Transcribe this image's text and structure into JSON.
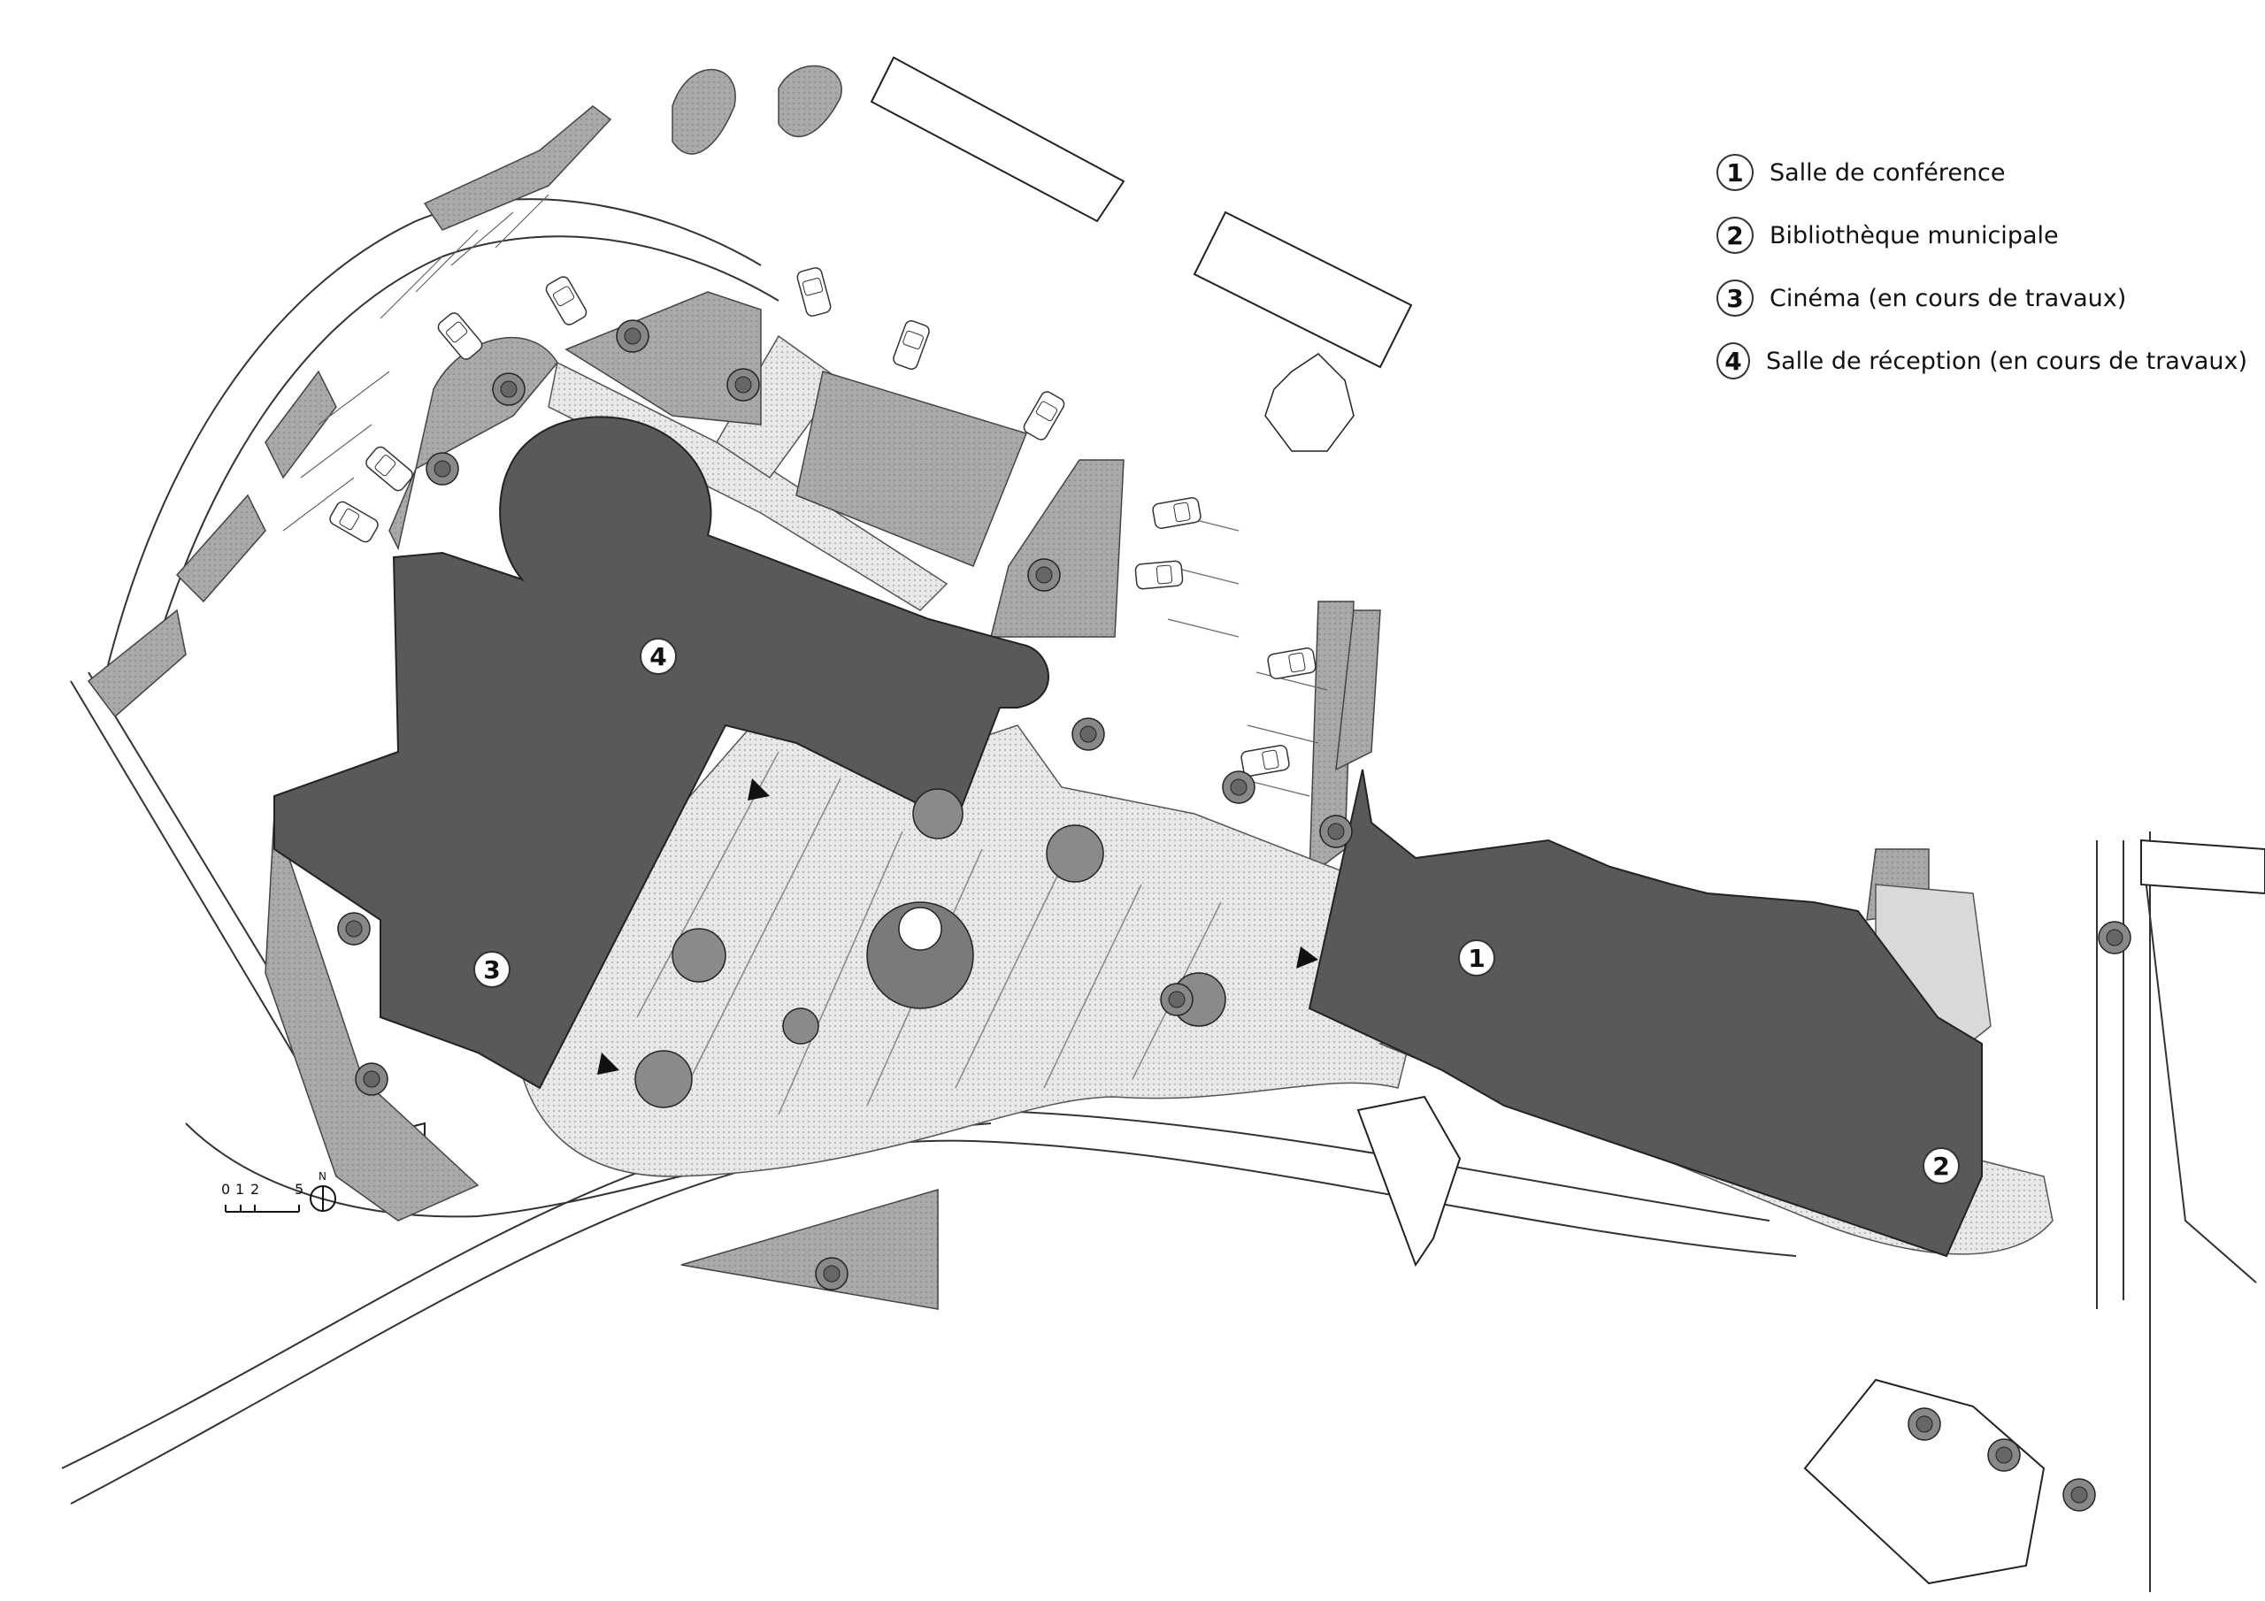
{
  "legend": [
    {
      "number": "1",
      "label": "Salle de conférence"
    },
    {
      "number": "2",
      "label": "Bibliothèque municipale"
    },
    {
      "number": "3",
      "label": "Cinéma (en cours de travaux)"
    },
    {
      "number": "4",
      "label": "Salle de réception (en cours de travaux)"
    }
  ],
  "buildings": [
    {
      "number": "1"
    },
    {
      "number": "2"
    },
    {
      "number": "3"
    },
    {
      "number": "4"
    }
  ],
  "scale": {
    "ticks": [
      "0",
      "1",
      "2",
      "5"
    ],
    "north_label": "N"
  },
  "colors": {
    "building": "#595959",
    "green_area": "#a6a6a6",
    "paving": "#e6e6e6",
    "line": "#1a1a1a"
  }
}
